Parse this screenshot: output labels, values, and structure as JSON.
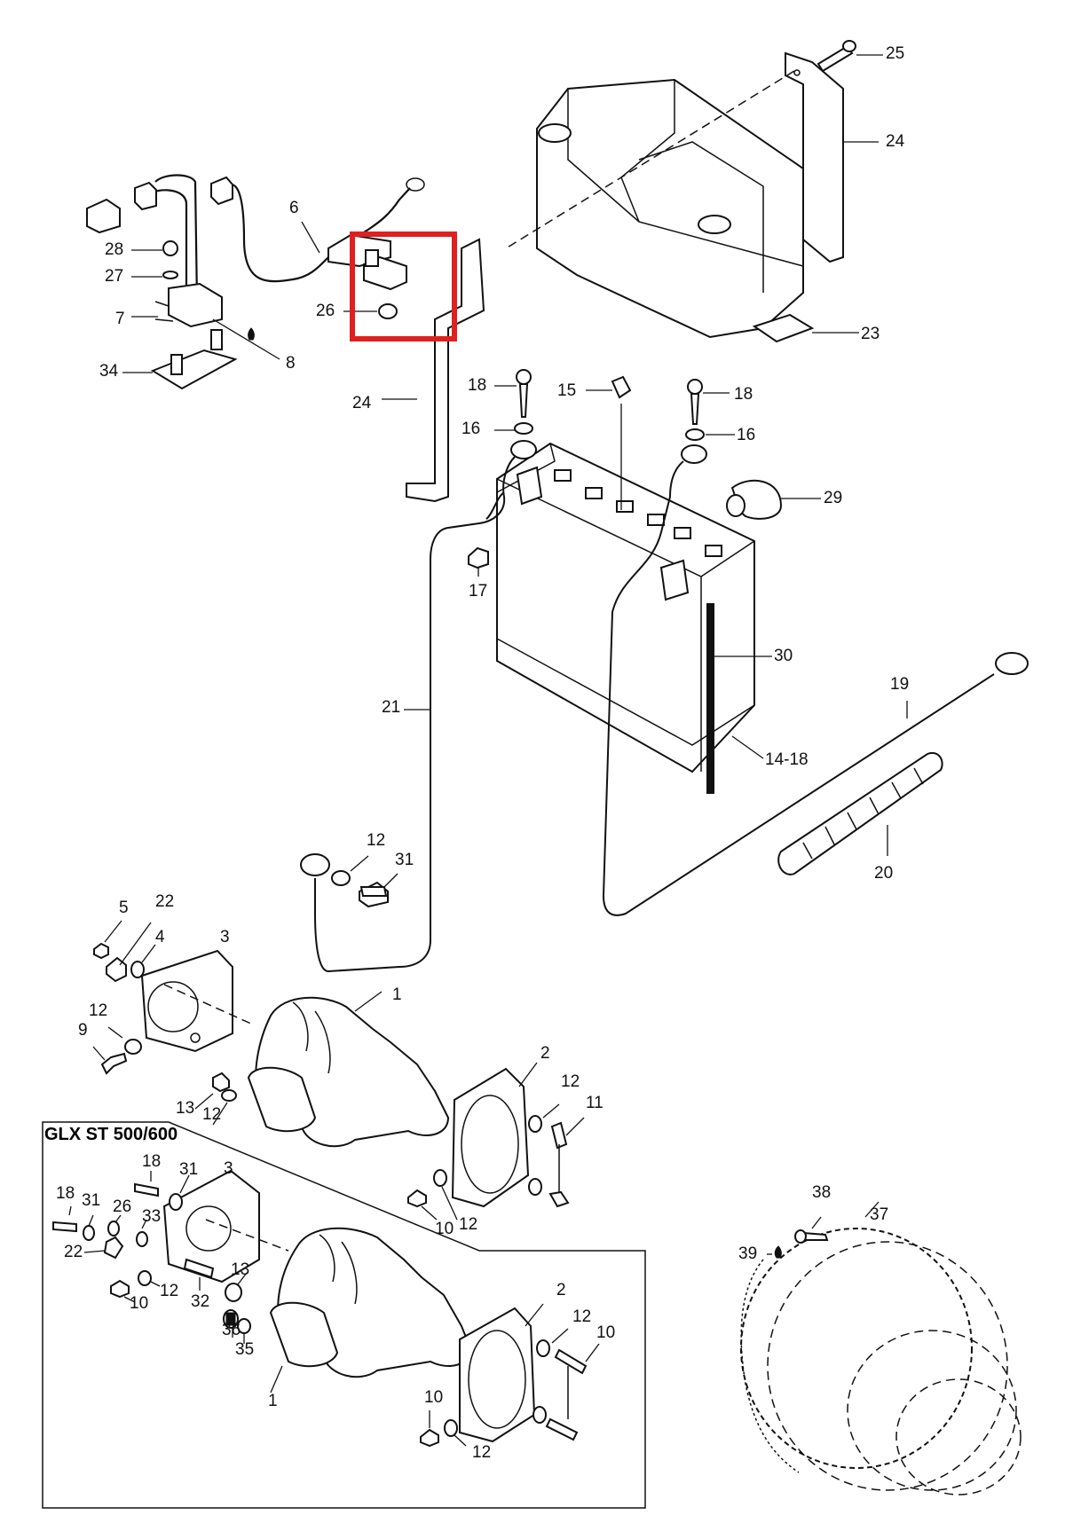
{
  "diagram": {
    "inset_title": "GLX ST 500/600",
    "highlight_color": "#e02020",
    "line_color": "#111111",
    "labels": {
      "l25": "25",
      "l24a": "24",
      "l23": "23",
      "l6": "6",
      "l28": "28",
      "l27": "27",
      "l7": "7",
      "l8": "8",
      "l34": "34",
      "l26a": "26",
      "l24b": "24",
      "l18a": "18",
      "l15": "15",
      "l18b": "18",
      "l16a": "16",
      "l16b": "16",
      "l29": "29",
      "l17": "17",
      "l30": "30",
      "l21": "21",
      "l19": "19",
      "l1418": "14-18",
      "l12a": "12",
      "l31a": "31",
      "l20": "20",
      "l5": "5",
      "l22a": "22",
      "l4": "4",
      "l3a": "3",
      "l1a": "1",
      "l12b": "12",
      "l9": "9",
      "l13a": "13",
      "l12c": "12",
      "l2a": "2",
      "l12d": "12",
      "l11": "11",
      "l10a": "10",
      "l12e": "12",
      "l38": "38",
      "l37": "37",
      "l39": "39",
      "l18c": "18",
      "l18d": "18",
      "l31b": "31",
      "l3b": "3",
      "l31c": "31",
      "l26b": "26",
      "l33": "33",
      "l22b": "22",
      "l12f": "12",
      "l32": "32",
      "l13b": "13",
      "l10b": "10",
      "l36": "36",
      "l35": "35",
      "l1b": "1",
      "l2b": "2",
      "l12g": "12",
      "l10c": "10",
      "l10d": "10",
      "l12h": "12"
    }
  }
}
